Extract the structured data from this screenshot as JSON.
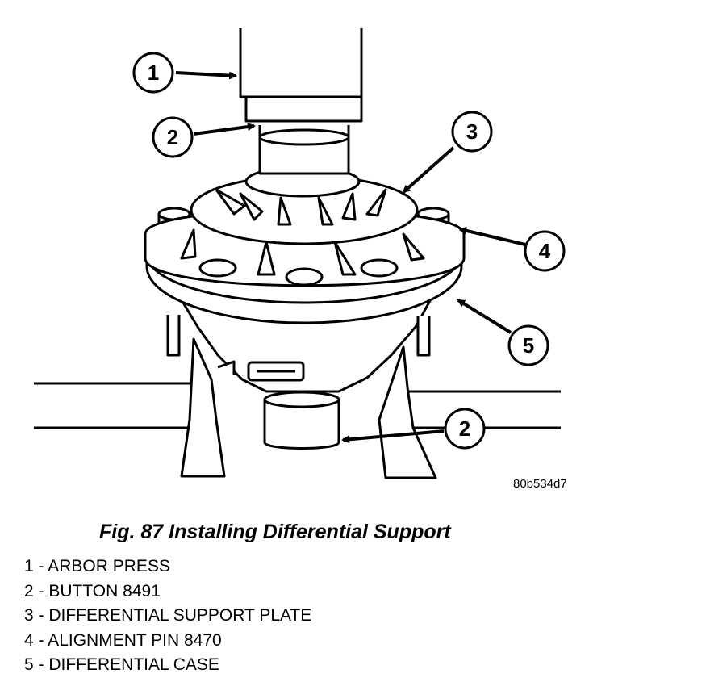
{
  "figure": {
    "code": "80b534d7",
    "caption": "Fig. 87 Installing Differential Support"
  },
  "callouts": [
    {
      "number": "1"
    },
    {
      "number": "2"
    },
    {
      "number": "3"
    },
    {
      "number": "4"
    },
    {
      "number": "5"
    },
    {
      "number": "2"
    }
  ],
  "legend": [
    {
      "text": "1 - ARBOR PRESS"
    },
    {
      "text": "2 - BUTTON 8491"
    },
    {
      "text": "3 - DIFFERENTIAL SUPPORT PLATE"
    },
    {
      "text": "4 - ALIGNMENT PIN 8470"
    },
    {
      "text": "5 - DIFFERENTIAL CASE"
    }
  ]
}
